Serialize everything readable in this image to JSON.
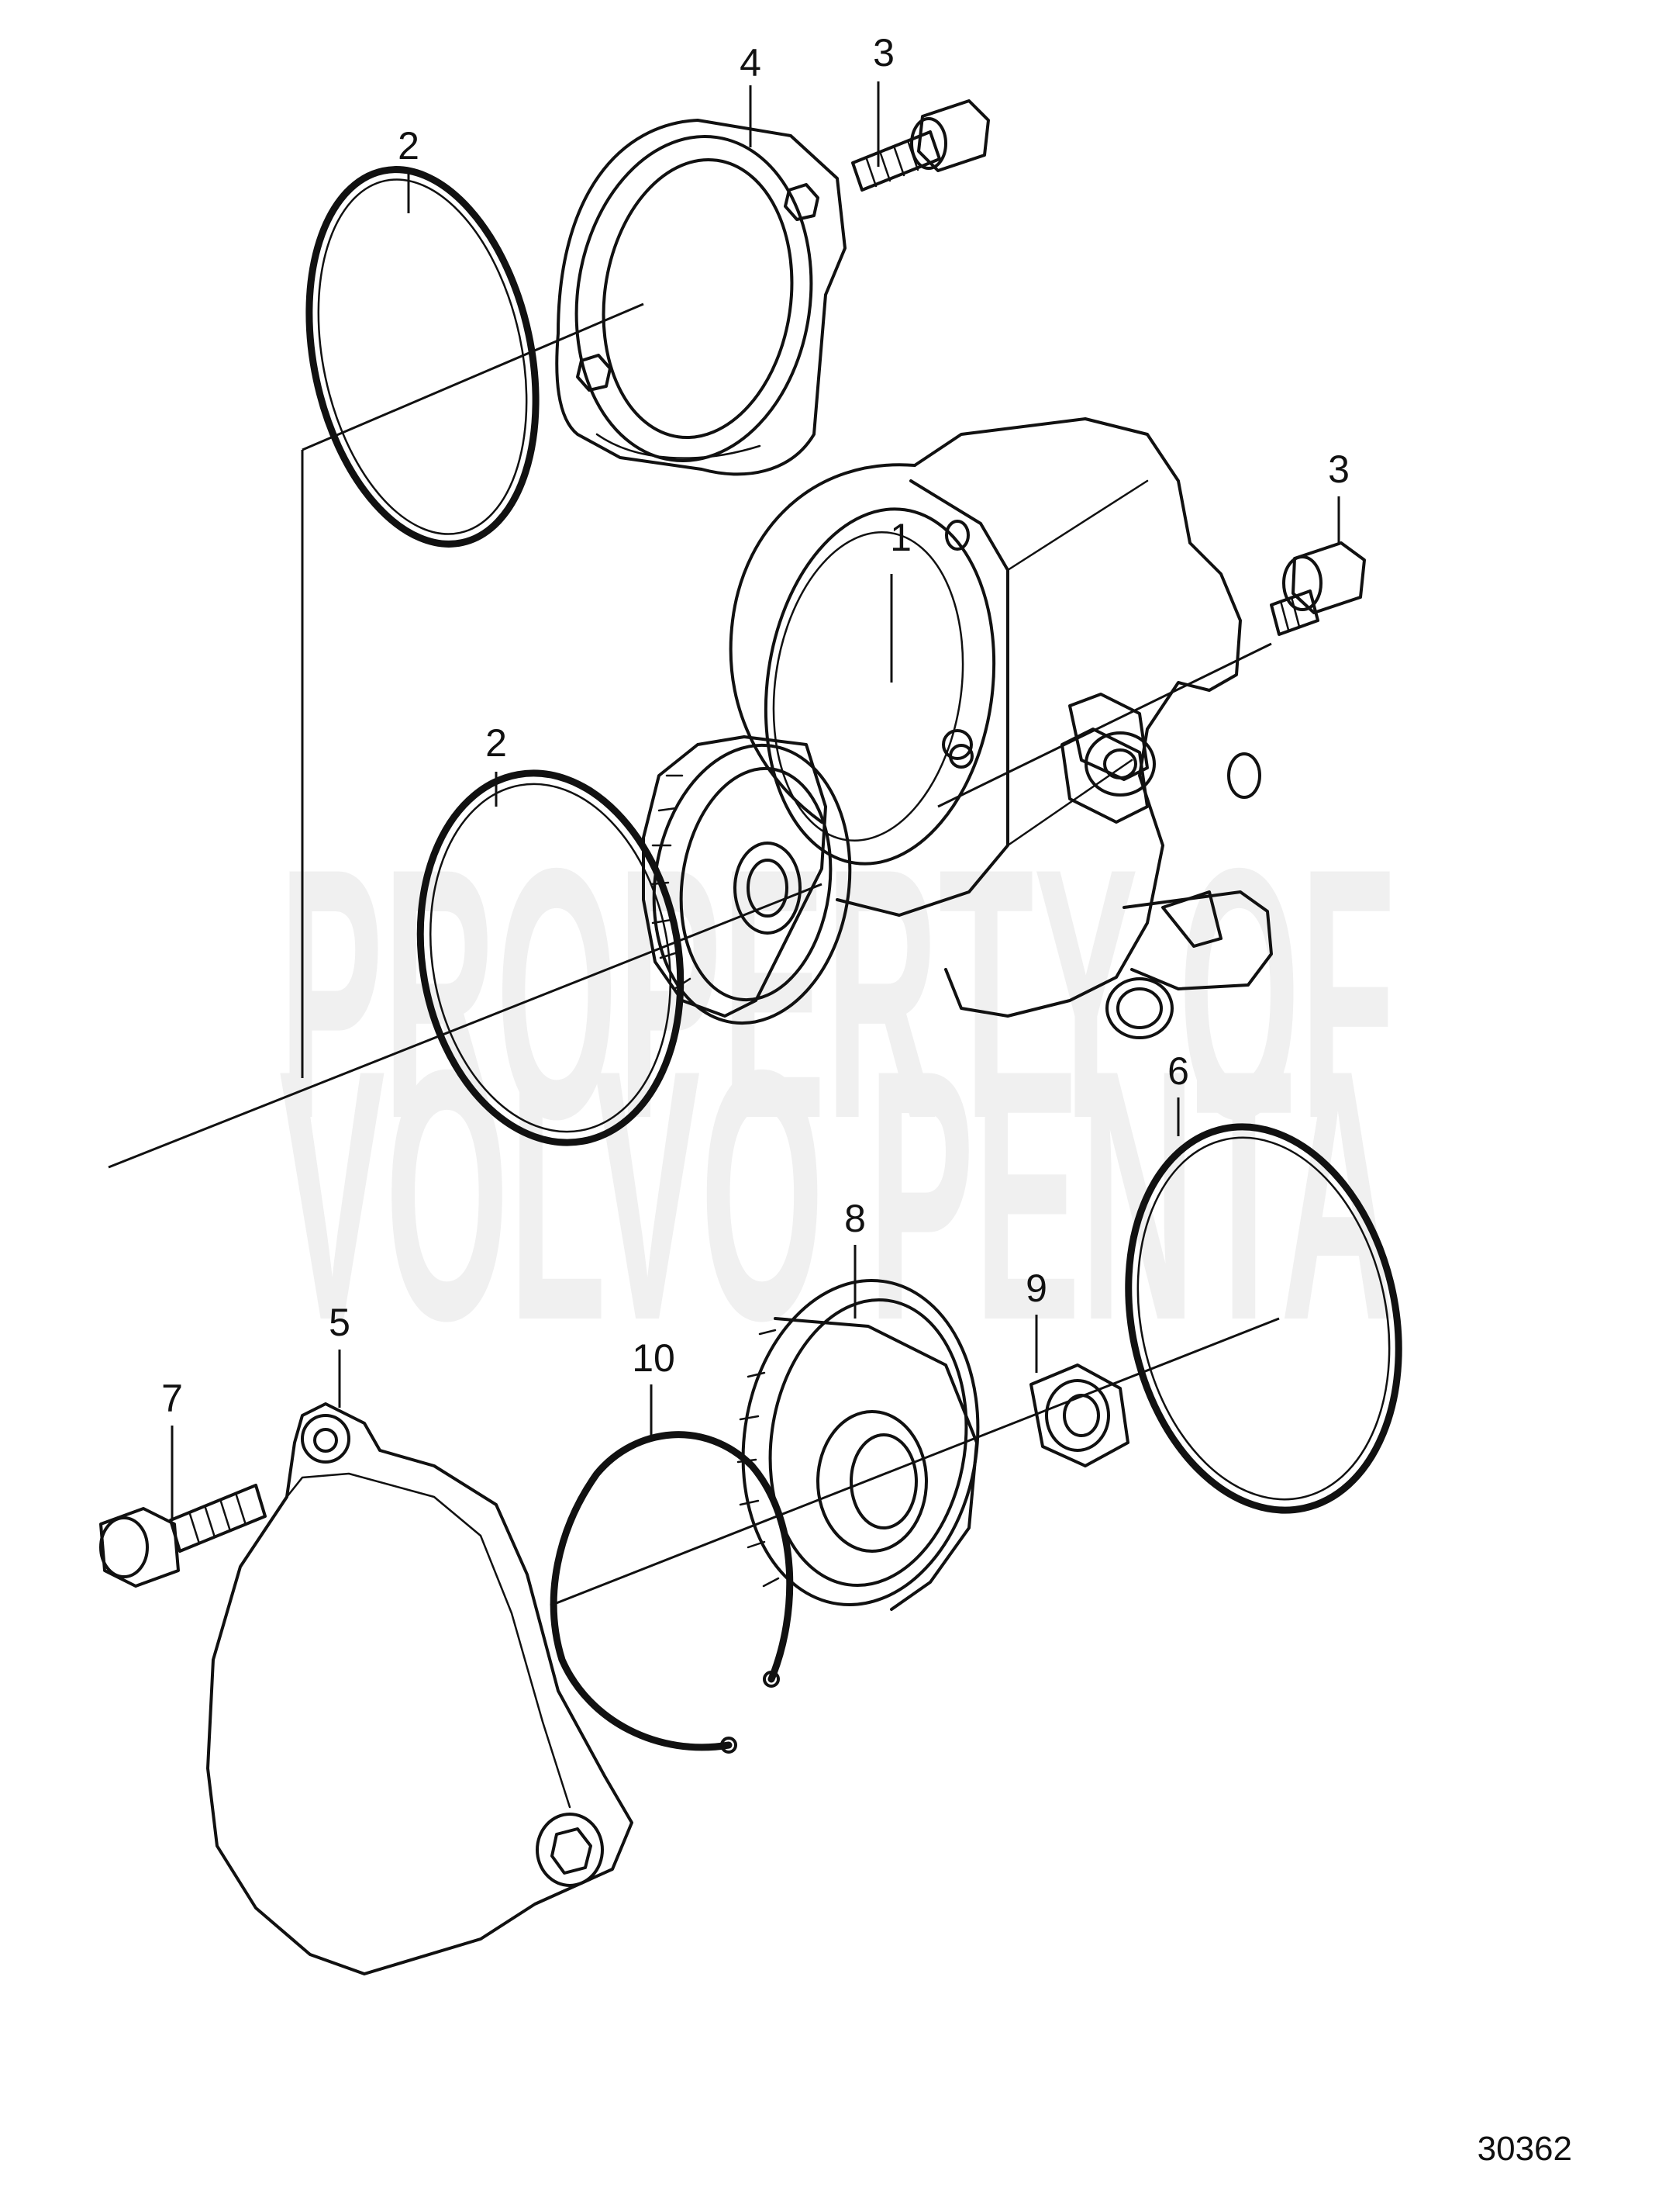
{
  "watermark": {
    "line1": "PROPERTY OF",
    "line2": "VOLVO PENTA"
  },
  "reference_number": "30362",
  "callouts": [
    "1",
    "2",
    "2",
    "3",
    "3",
    "4",
    "5",
    "6",
    "7",
    "8",
    "9",
    "10"
  ]
}
